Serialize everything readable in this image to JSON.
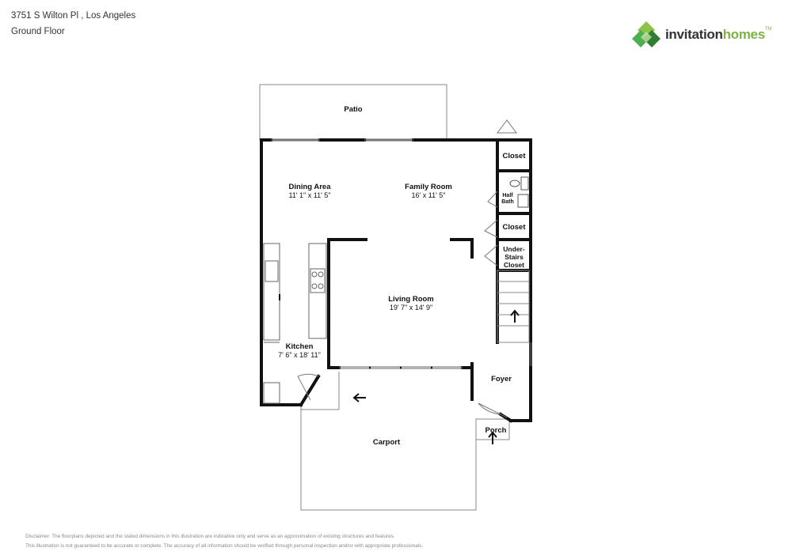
{
  "header": {
    "address": "3751 S Wilton Pl , Los Angeles",
    "floor": "Ground Floor"
  },
  "logo": {
    "word1": "invitation",
    "word2": "homes",
    "mark": "TM",
    "colors": [
      "#4caf50",
      "#8bc34a",
      "#2e7d32"
    ]
  },
  "rooms": {
    "patio": {
      "name": "Patio"
    },
    "dining": {
      "name": "Dining Area",
      "dims": "11' 1\" x 11' 5\""
    },
    "family": {
      "name": "Family Room",
      "dims": "16' x 11' 5\""
    },
    "living": {
      "name": "Living Room",
      "dims": "19' 7\" x 14' 9\""
    },
    "kitchen": {
      "name": "Kitchen",
      "dims": "7' 6\" x 18' 11\""
    },
    "closet1": {
      "name": "Closet"
    },
    "halfbath": {
      "line1": "Half",
      "line2": "Bath"
    },
    "closet2": {
      "name": "Closet"
    },
    "understairs": {
      "line1": "Under-",
      "line2": "Stairs",
      "line3": "Closet"
    },
    "foyer": {
      "name": "Foyer"
    },
    "porch": {
      "name": "Porch"
    },
    "carport": {
      "name": "Carport"
    }
  },
  "disclaimer": {
    "line1": "Disclaimer: The floorplans depicted and the stated dimensions in this illustration are indicative only and serve as an approximation of existing structures and features.",
    "line2": "This illustration is not guaranteed to be accurate or complete. The accuracy of all information should be verified through personal inspection and/or with appropriate professionals."
  }
}
